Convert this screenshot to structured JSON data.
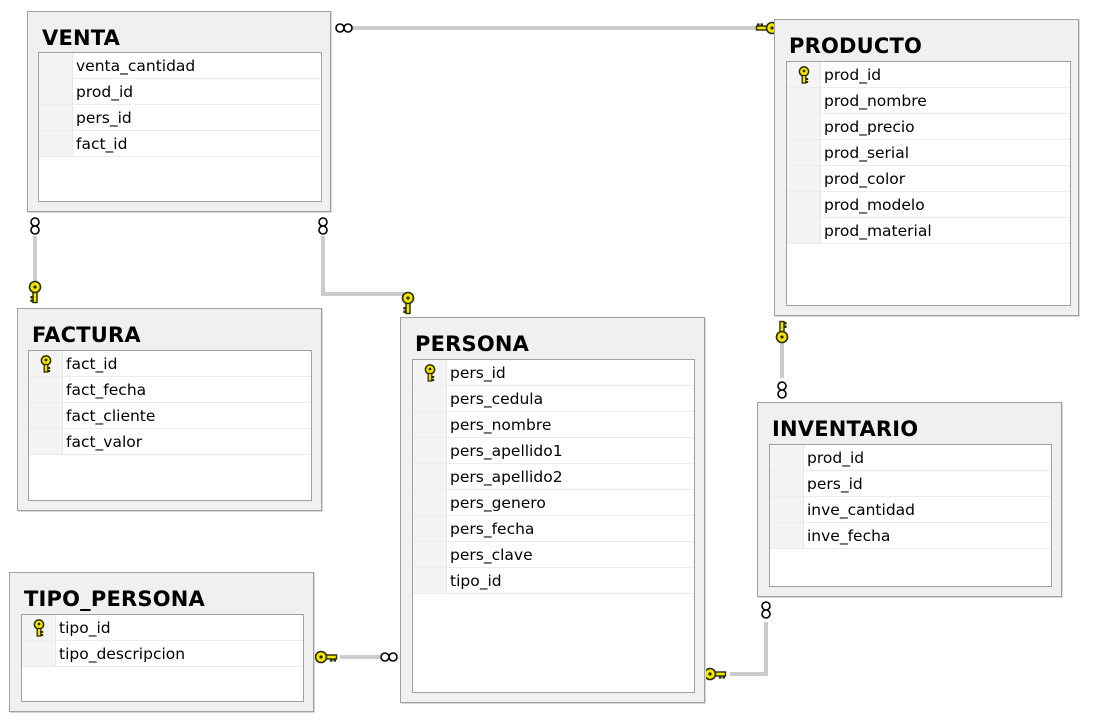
{
  "tables": {
    "venta": {
      "title": "VENTA",
      "fields": [
        "venta_cantidad",
        "prod_id",
        "pers_id",
        "fact_id"
      ]
    },
    "producto": {
      "title": "PRODUCTO",
      "fields": [
        "prod_id",
        "prod_nombre",
        "prod_precio",
        "prod_serial",
        "prod_color",
        "prod_modelo",
        "prod_material"
      ]
    },
    "factura": {
      "title": "FACTURA",
      "fields": [
        "fact_id",
        "fact_fecha",
        "fact_cliente",
        "fact_valor"
      ]
    },
    "persona": {
      "title": "PERSONA",
      "fields": [
        "pers_id",
        "pers_cedula",
        "pers_nombre",
        "pers_apellido1",
        "pers_apellido2",
        "pers_genero",
        "pers_fecha",
        "pers_clave",
        "tipo_id"
      ]
    },
    "inventario": {
      "title": "INVENTARIO",
      "fields": [
        "prod_id",
        "pers_id",
        "inve_cantidad",
        "inve_fecha"
      ]
    },
    "tipo_persona": {
      "title": "TIPO_PERSONA",
      "fields": [
        "tipo_id",
        "tipo_descripcion"
      ]
    }
  },
  "primary_keys": {
    "producto": "prod_id",
    "factura": "fact_id",
    "persona": "pers_id",
    "tipo_persona": "tipo_id"
  },
  "relationships": [
    {
      "from": "venta",
      "to": "producto",
      "many_end_icon": "infinity-icon",
      "one_end_icon": "key-icon"
    },
    {
      "from": "venta",
      "to": "factura",
      "many_end_icon": "infinity-icon",
      "one_end_icon": "key-icon"
    },
    {
      "from": "venta",
      "to": "persona",
      "many_end_icon": "infinity-icon",
      "one_end_icon": "key-icon"
    },
    {
      "from": "inventario",
      "to": "producto",
      "many_end_icon": "infinity-icon",
      "one_end_icon": "key-icon"
    },
    {
      "from": "inventario",
      "to": "persona",
      "many_end_icon": "infinity-icon",
      "one_end_icon": "key-icon"
    },
    {
      "from": "persona",
      "to": "tipo_persona",
      "many_end_icon": "infinity-icon",
      "one_end_icon": "key-icon"
    }
  ],
  "colors": {
    "key": "#f2e600",
    "key_outline": "#2a2a00",
    "connector": "#9a9a9a"
  }
}
